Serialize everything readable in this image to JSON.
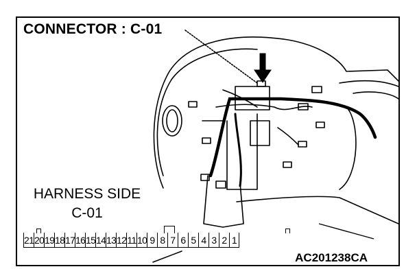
{
  "title": "CONNECTOR : C-01",
  "harness_line1": "HARNESS SIDE",
  "harness_line2": "C-01",
  "figure_code": "AC201238CA",
  "pins": [
    "21",
    "20",
    "19",
    "18",
    "17",
    "16",
    "15",
    "14",
    "13",
    "12",
    "11",
    "10",
    "9",
    "8",
    "7",
    "6",
    "5",
    "4",
    "3",
    "2",
    "1"
  ]
}
